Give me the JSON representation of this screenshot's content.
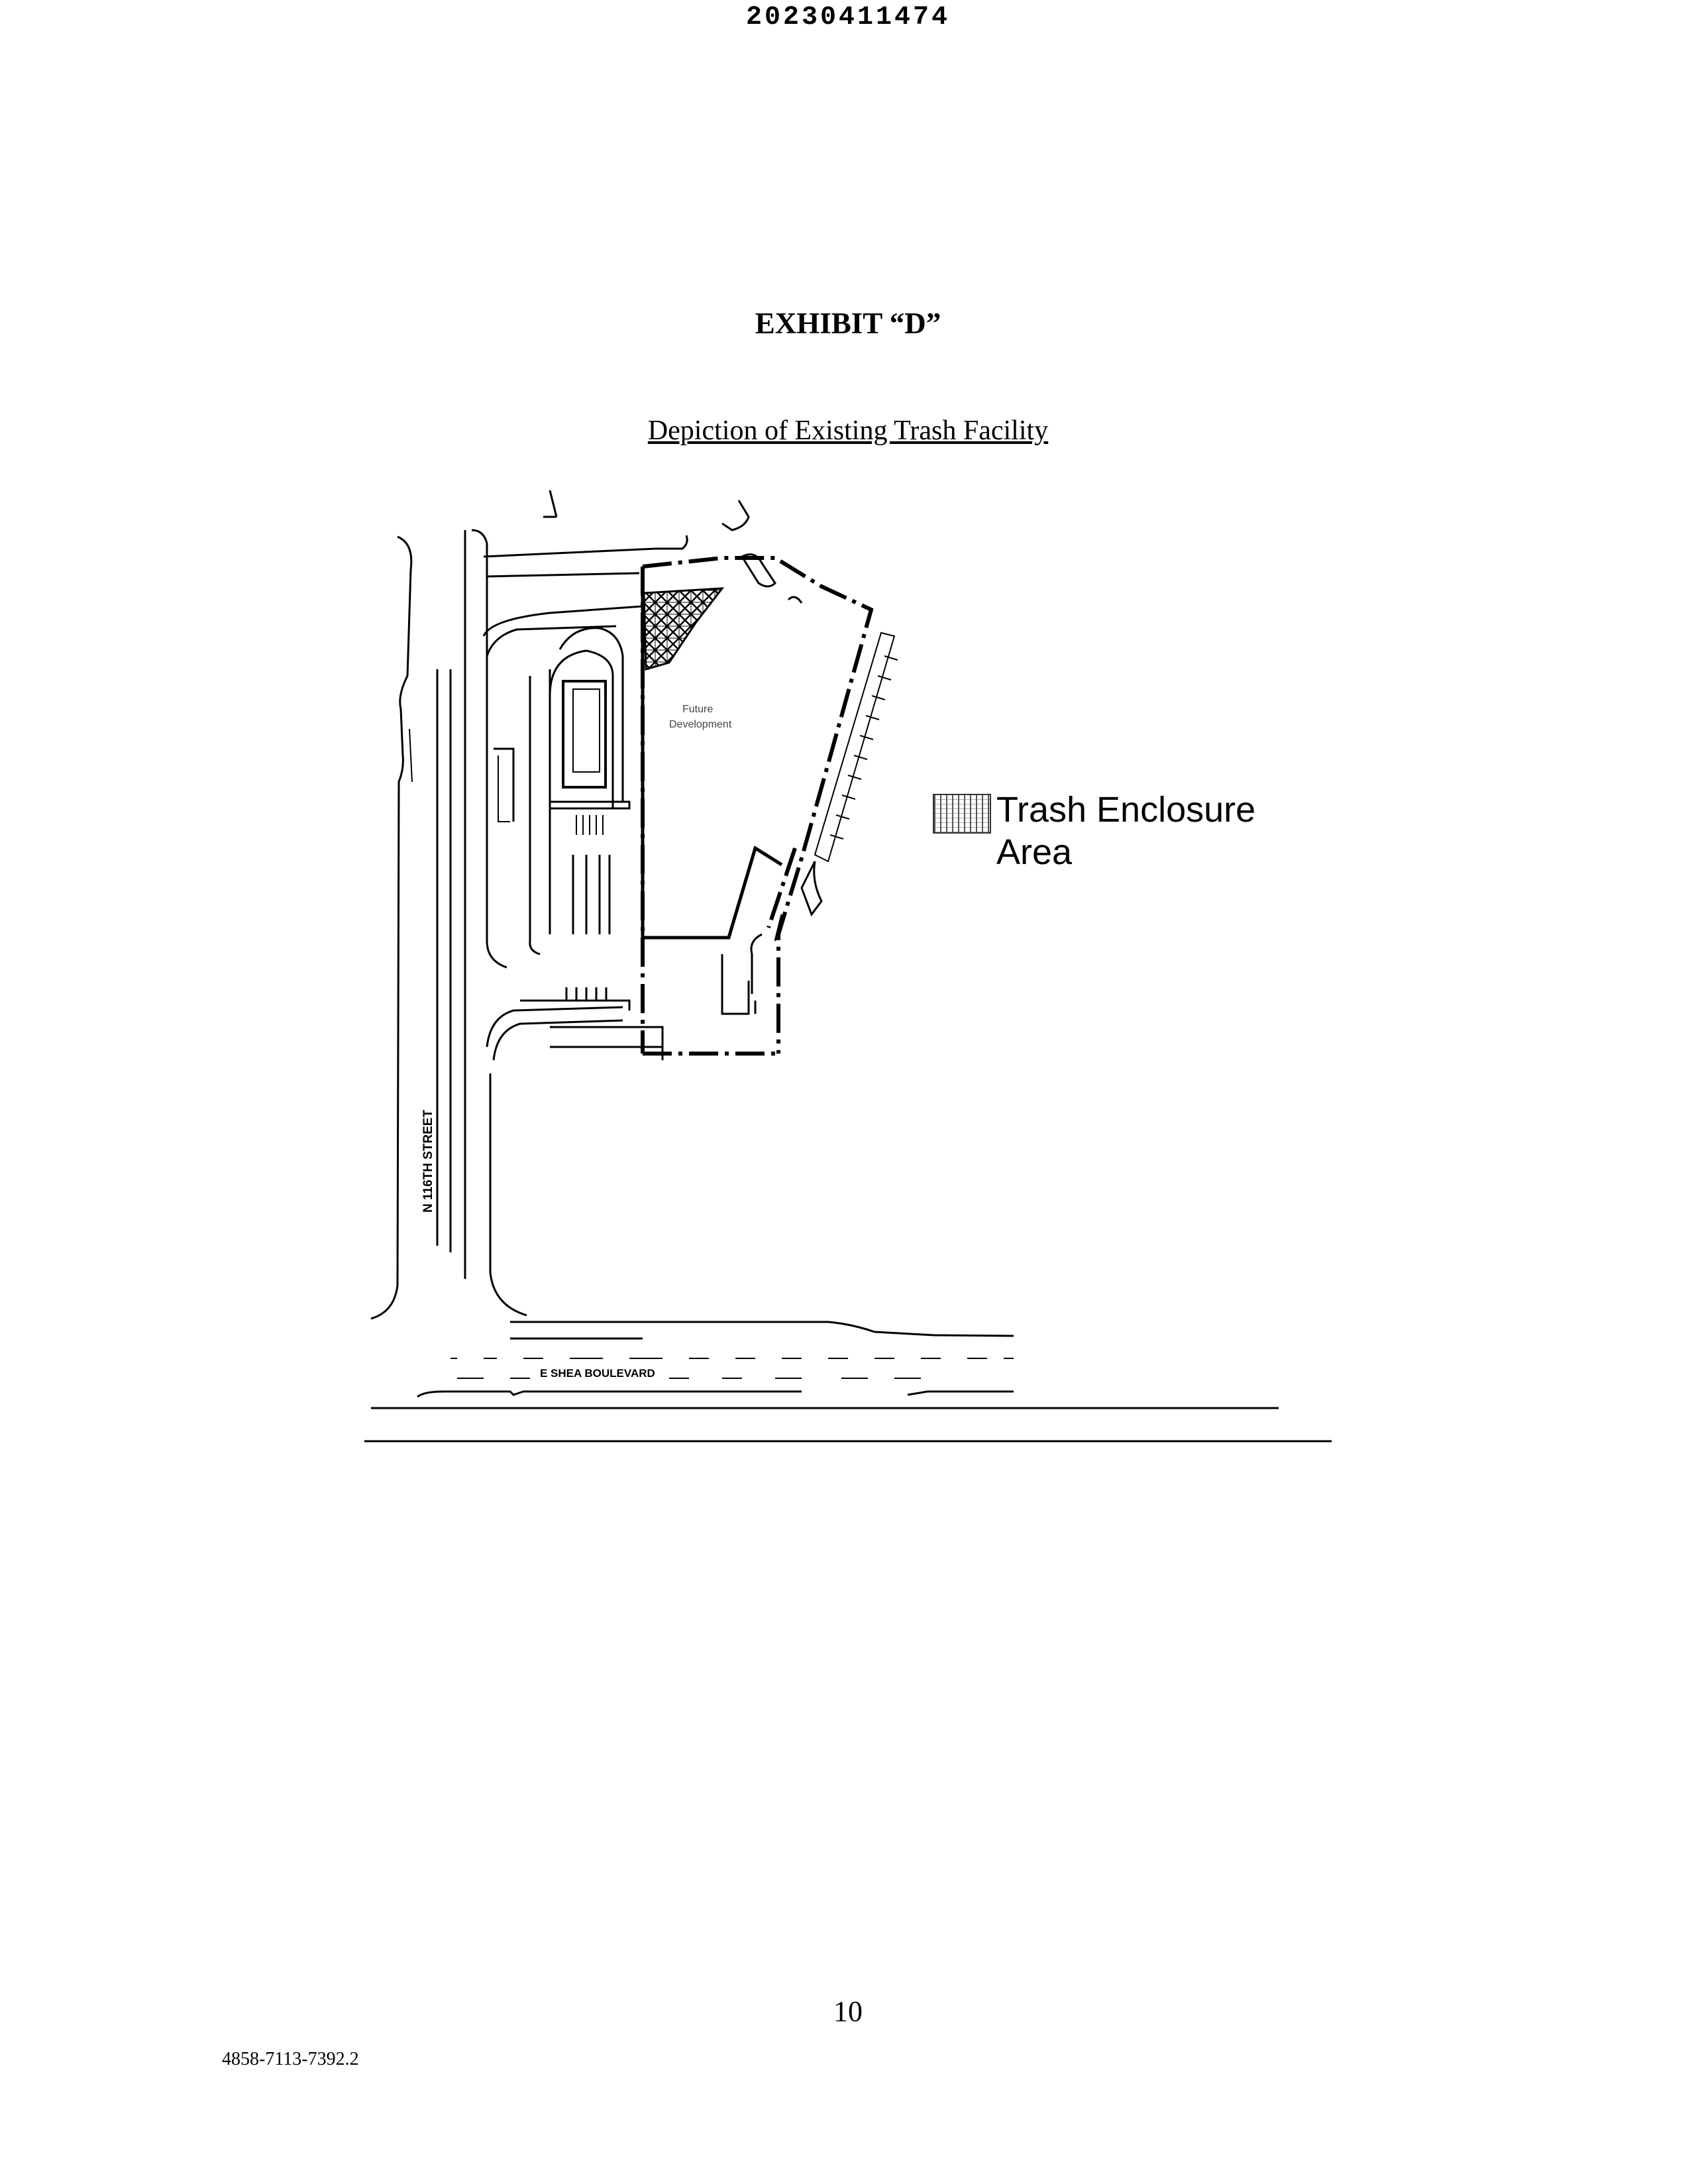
{
  "header": {
    "recording_number": "20230411474"
  },
  "exhibit": {
    "title": "EXHIBIT “D”",
    "subtitle": "Depiction of Existing Trash Facility"
  },
  "site_plan": {
    "street_west": "N 116TH STREET",
    "street_south": "E SHEA BOULEVARD",
    "parcel_label_line1": "Future",
    "parcel_label_line2": "Development"
  },
  "legend": {
    "line1": "Trash Enclosure",
    "line2": "Area"
  },
  "footer": {
    "page_number": "10",
    "document_id": "4858-7113-7392.2"
  }
}
